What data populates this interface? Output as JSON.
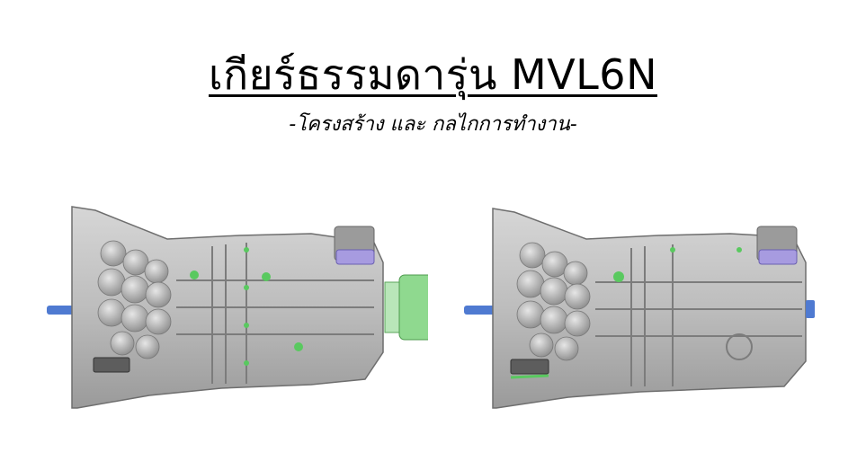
{
  "header": {
    "title": "เกียร์ธรรมดารุ่น MVL6N",
    "subtitle": "-โครงสร้าง และ กลไกการทำงาน-"
  },
  "images": [
    {
      "view": "transmission-render-left"
    },
    {
      "view": "transmission-render-right"
    }
  ],
  "colors": {
    "housing": "#bdbdbd",
    "housing_dark": "#8a8a8a",
    "accent_green": "#8fd98f",
    "accent_blue": "#4f7ad1",
    "accent_purple": "#a79be0"
  }
}
